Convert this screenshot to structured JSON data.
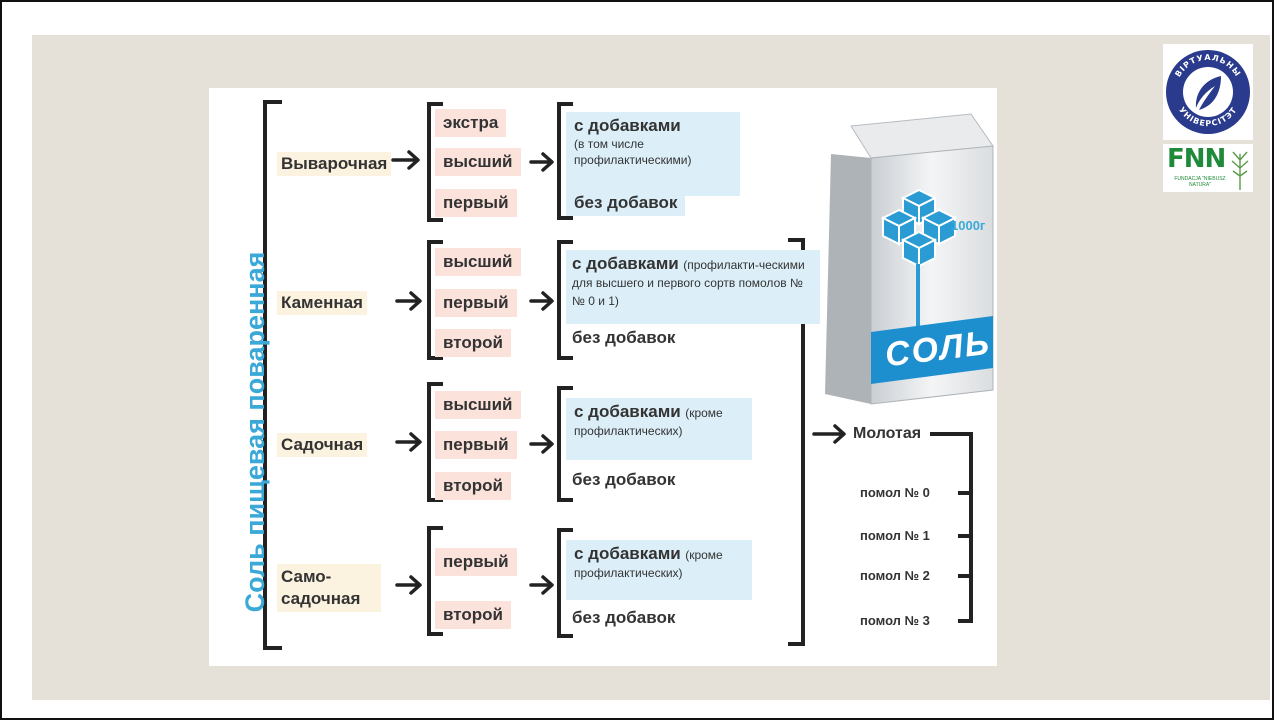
{
  "diagram": {
    "title": "Соль пищевая поваренная",
    "types": [
      {
        "name": "Выварочная",
        "grades": [
          "экстра",
          "высший",
          "первый"
        ],
        "additive_bold": "с добавками",
        "additive_note": "(в том числе профилактическими)",
        "no_additives": "без добавок"
      },
      {
        "name": "Каменная",
        "grades": [
          "высший",
          "первый",
          "второй"
        ],
        "additive_bold": "с добавками",
        "additive_note": "(профилакти-ческими для высшего и первого сортв помолов №№ 0 и 1)",
        "no_additives": "без добавок"
      },
      {
        "name": "Садочная",
        "grades": [
          "высший",
          "первый",
          "второй"
        ],
        "additive_bold": "с добавками",
        "additive_note": "(кроме профилактических)",
        "no_additives": "без добавок"
      },
      {
        "name": "Само-садочная",
        "grades": [
          "первый",
          "второй"
        ],
        "additive_bold": "с добавками",
        "additive_note": "(кроме профилактических)",
        "no_additives": "без добавок"
      }
    ],
    "ground": {
      "label": "Молотая",
      "grinds": [
        "помол № 0",
        "помол № 1",
        "помол № 2",
        "помол № 3"
      ]
    },
    "package": {
      "brand": "СОЛЬ",
      "weight": "1000г"
    }
  },
  "logos": {
    "university": {
      "top_text": "ВІРТУАЛЬНЫ",
      "bottom_text": "УНІВЕРСІТЭТ"
    },
    "fnn": {
      "letters": "FNN",
      "caption": "FUNDACJA \"NIEBUSZ NATURA\""
    }
  },
  "colors": {
    "title_blue": "#3aa9d8",
    "slide_bg": "#e6e1d8",
    "navy": "#2a3a8c",
    "fnn_green": "#1f8a3a"
  }
}
